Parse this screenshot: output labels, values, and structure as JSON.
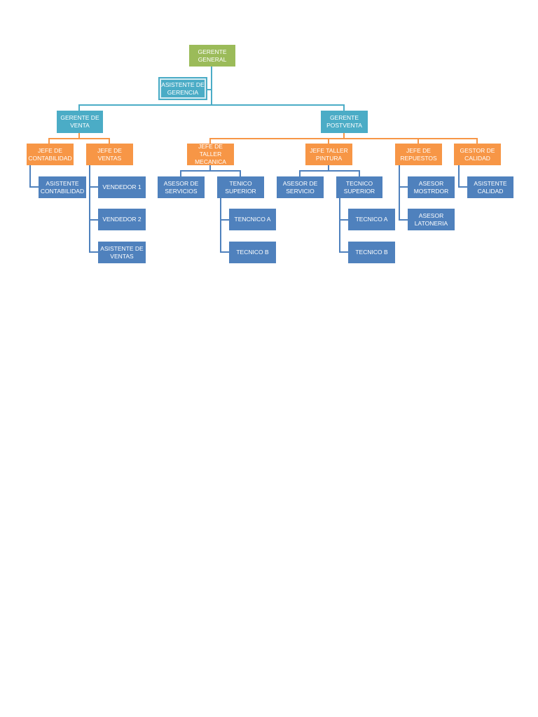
{
  "colors": {
    "green": "#9bbb59",
    "teal": "#4bacc6",
    "orange": "#f79646",
    "blue": "#4f81bd",
    "teal_line": "#4bacc6",
    "orange_line": "#f79646",
    "blue_line": "#4f81bd"
  },
  "nodes": {
    "gerente_general": "GERENTE\nGENERAL",
    "asistente_gerencia": "ASISTENTE DE\nGERENCIA",
    "gerente_venta": "GERENTE DE\nVENTA",
    "gerente_postventa": "GERENTE\nPOSTVENTA",
    "jefe_contabilidad": "JEFE DE\nCONTABILIDAD",
    "jefe_ventas": "JEFE DE VENTAS",
    "jefe_taller_mecanica": "JEFE DE TALLER\nMECANICA",
    "jefe_taller_pintura": "JEFE TALLER\nPINTURA",
    "jefe_repuestos": "JEFE DE\nREPUESTOS",
    "gestor_calidad": "GESTOR DE\nCALIDAD",
    "asistente_contabilidad": "ASISTENTE\nCONTABILIDAD",
    "vendedor_1": "VENDEDOR 1",
    "vendedor_2": "VENDEDOR 2",
    "asistente_ventas": "ASISTENTE DE\nVENTAS",
    "asesor_servicios": "ASESOR DE\nSERVICIOS",
    "tenico_superior": "TENICO\nSUPERIOR",
    "tecnico_a_mecanica": "TENCNICO A",
    "tecnico_b_mecanica": "TECNICO B",
    "asesor_servicio": "ASESOR DE\nSERVICIO",
    "tecnico_superior_pintura": "TECNICO\nSUPERIOR",
    "tecnico_a_pintura": "TECNICO A",
    "tecnico_b_pintura": "TECNICO B",
    "asesor_mostrdor": "ASESOR\nMOSTRDOR",
    "asesor_latoneria": "ASESOR\nLATONERIA",
    "asistente_calidad": "ASISTENTE\nCALIDAD"
  }
}
